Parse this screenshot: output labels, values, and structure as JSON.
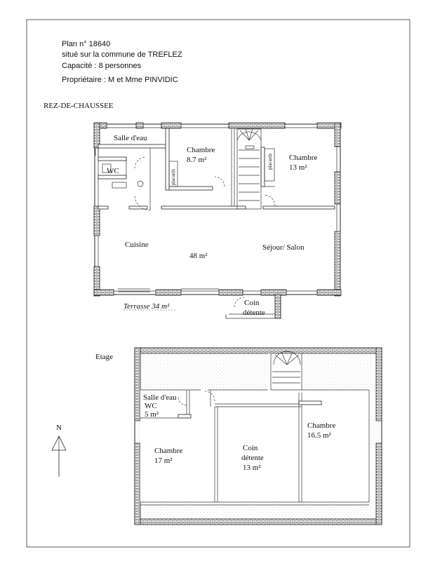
{
  "header": {
    "line1": "Plan n° 18640",
    "line2": "situé sur la commune de TREFLEZ",
    "line3": "Capacité : 8 personnes",
    "line4": "Propriétaire : M et Mme PINVIDIC"
  },
  "ground_floor": {
    "title": "REZ-DE-CHAUSSEE",
    "salle_deau": "Salle d'eau",
    "wc": "WC",
    "chambre1_name": "Chambre",
    "chambre1_area": "8.7 m²",
    "placards1": "placards",
    "placards2": "placards",
    "chambre2_name": "Chambre",
    "chambre2_area": "13 m²",
    "cuisine": "Cuisine",
    "living_area": "48 m²",
    "sejour": "Séjour/ Salon",
    "terrasse": "Terrasse 34 m²",
    "coin1": "Coin",
    "coin2": "détente"
  },
  "upper_floor": {
    "title": "Etage",
    "salle_deau": "Salle d'eau",
    "wc": "WC",
    "bath_area": "5 m²",
    "chambre_left_name": "Chambre",
    "chambre_left_area": "17 m²",
    "coin1": "Coin",
    "coin2": "détente",
    "coin_area": "13 m²",
    "chambre_right_name": "Chambre",
    "chambre_right_area": "16.5 m²"
  },
  "compass": {
    "label": "N"
  }
}
